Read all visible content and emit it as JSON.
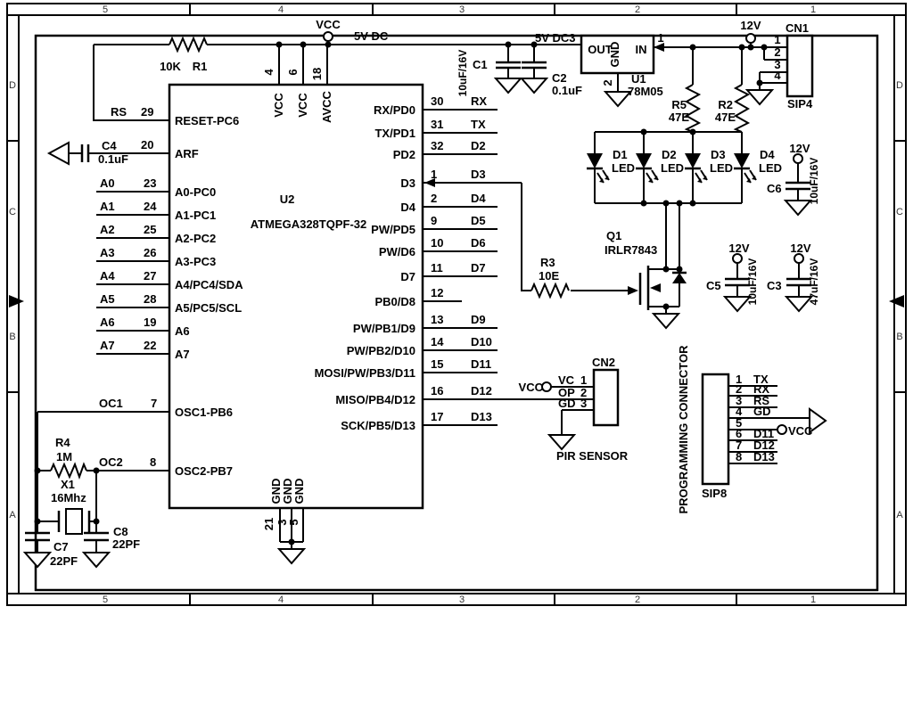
{
  "frame": {
    "cols": [
      "5",
      "4",
      "3",
      "2",
      "1"
    ],
    "rows": [
      "D",
      "C",
      "B",
      "A"
    ]
  },
  "power": {
    "vcc": "VCC",
    "v12": "12V",
    "rail_5v": "5V DC",
    "rail_5v3": "5V DC3"
  },
  "r1": {
    "ref": "R1",
    "val": "10K"
  },
  "r2": {
    "ref": "R2",
    "val": "47E"
  },
  "r3": {
    "ref": "R3",
    "val": "10E"
  },
  "r4": {
    "ref": "R4",
    "val": "1M"
  },
  "r5": {
    "ref": "R5",
    "val": "47E"
  },
  "c1": {
    "ref": "C1",
    "val": "10uF/16V"
  },
  "c2": {
    "ref": "C2",
    "val": "0.1uF"
  },
  "c3": {
    "ref": "C3",
    "val": "47uF/16V"
  },
  "c4": {
    "ref": "C4",
    "val": "0.1uF"
  },
  "c5": {
    "ref": "C5",
    "val": "10uF/16V"
  },
  "c6": {
    "ref": "C6",
    "val": "10uF/16V"
  },
  "c7": {
    "ref": "C7",
    "val": "22PF"
  },
  "c8": {
    "ref": "C8",
    "val": "22PF"
  },
  "x1": {
    "ref": "X1",
    "val": "16Mhz"
  },
  "u1": {
    "ref": "U1",
    "part": "78M05",
    "pin_out": "OUT",
    "pin_gnd": "GND",
    "pin_in": "IN",
    "num_in": "1",
    "num_gnd": "2"
  },
  "q1": {
    "ref": "Q1",
    "part": "IRLR7843"
  },
  "u2": {
    "ref": "U2",
    "part": "ATMEGA328TQPF-32",
    "top": [
      {
        "n": "4",
        "l": "VCC"
      },
      {
        "n": "6",
        "l": "VCC"
      },
      {
        "n": "18",
        "l": "AVCC"
      }
    ],
    "left": [
      {
        "net": "RS",
        "n": "29",
        "l": "RESET-PC6"
      },
      {
        "net": "",
        "n": "20",
        "l": "ARF"
      },
      {
        "net": "A0",
        "n": "23",
        "l": "A0-PC0"
      },
      {
        "net": "A1",
        "n": "24",
        "l": "A1-PC1"
      },
      {
        "net": "A2",
        "n": "25",
        "l": "A2-PC2"
      },
      {
        "net": "A3",
        "n": "26",
        "l": "A3-PC3"
      },
      {
        "net": "A4",
        "n": "27",
        "l": "A4/PC4/SDA"
      },
      {
        "net": "A5",
        "n": "28",
        "l": "A5/PC5/SCL"
      },
      {
        "net": "A6",
        "n": "19",
        "l": "A6"
      },
      {
        "net": "A7",
        "n": "22",
        "l": "A7"
      },
      {
        "net": "OC1",
        "n": "7",
        "l": "OSC1-PB6"
      },
      {
        "net": "OC2",
        "n": "8",
        "l": "OSC2-PB7"
      }
    ],
    "right": [
      {
        "n": "30",
        "net": "RX",
        "l": "RX/PD0"
      },
      {
        "n": "31",
        "net": "TX",
        "l": "TX/PD1"
      },
      {
        "n": "32",
        "net": "D2",
        "l": "PD2"
      },
      {
        "n": "1",
        "net": "D3",
        "l": "D3"
      },
      {
        "n": "2",
        "net": "D4",
        "l": "D4"
      },
      {
        "n": "9",
        "net": "D5",
        "l": "PW/PD5"
      },
      {
        "n": "10",
        "net": "D6",
        "l": "PW/D6"
      },
      {
        "n": "11",
        "net": "D7",
        "l": "D7"
      },
      {
        "n": "12",
        "net": "",
        "l": "PB0/D8"
      },
      {
        "n": "13",
        "net": "D9",
        "l": "PW/PB1/D9"
      },
      {
        "n": "14",
        "net": "D10",
        "l": "PW/PB2/D10"
      },
      {
        "n": "15",
        "net": "D11",
        "l": "MOSI/PW/PB3/D11"
      },
      {
        "n": "16",
        "net": "D12",
        "l": "MISO/PB4/D12"
      },
      {
        "n": "17",
        "net": "D13",
        "l": "SCK/PB5/D13"
      }
    ],
    "gnd": [
      {
        "n": "21",
        "l": "GND"
      },
      {
        "n": "3",
        "l": "GND"
      },
      {
        "n": "5",
        "l": "GND"
      }
    ]
  },
  "leds": [
    {
      "ref": "D1",
      "l": "LED"
    },
    {
      "ref": "D2",
      "l": "LED"
    },
    {
      "ref": "D3",
      "l": "LED"
    },
    {
      "ref": "D4",
      "l": "LED"
    }
  ],
  "cn1": {
    "ref": "CN1",
    "type": "SIP4",
    "pins": [
      "1",
      "2",
      "3",
      "4"
    ]
  },
  "cn2": {
    "ref": "CN2",
    "caption": "PIR SENSOR",
    "pins": [
      {
        "name": "VC",
        "n": "1"
      },
      {
        "name": "OP",
        "n": "2"
      },
      {
        "name": "GD",
        "n": "3"
      }
    ]
  },
  "cn3": {
    "title": "PROGRAMMING CONNECTOR",
    "type": "SIP8",
    "pins": [
      {
        "n": "1",
        "net": "TX"
      },
      {
        "n": "2",
        "net": "RX"
      },
      {
        "n": "3",
        "net": "RS"
      },
      {
        "n": "4",
        "net": "GD"
      },
      {
        "n": "5",
        "net": ""
      },
      {
        "n": "6",
        "net": "D11"
      },
      {
        "n": "7",
        "net": "D12"
      },
      {
        "n": "8",
        "net": "D13"
      }
    ]
  }
}
